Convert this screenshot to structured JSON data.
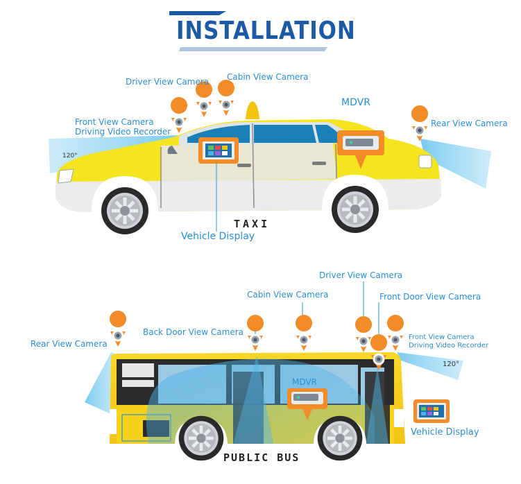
{
  "page": {
    "title": "INSTALLATION"
  },
  "taxi": {
    "name": "TAXI",
    "labels": {
      "driver_view_camera": "Driver View Camera",
      "cabin_view_camera": "Cabin View Camera",
      "mdvr": "MDVR",
      "rear_view_camera": "Rear View Camera",
      "front_view_camera": "Front View Camera",
      "driving_video_recorder": "Driving Video Recorder",
      "angle": "120°",
      "vehicle_display": "Vehicle Display"
    }
  },
  "bus": {
    "name": "PUBLIC BUS",
    "labels": {
      "driver_view_camera": "Driver View Camera",
      "cabin_view_camera": "Cabin View Camera",
      "front_door_view_camera": "Front Door View Camera",
      "back_door_view_camera": "Back Door View Camera",
      "rear_view_camera": "Rear View Camera",
      "front_view_camera": "Front View Camera",
      "driving_video_recorder": "Driving Video Recorder",
      "angle": "120°",
      "mdvr": "MDVR",
      "vehicle_display": "Vehicle Display"
    }
  },
  "colors": {
    "accent_blue": "#2b8fd6",
    "title_blue": "#1c5aa6",
    "taxi_yellow": "#f5e51f",
    "bus_yellow": "#f7d21b",
    "pin_orange": "#f28c28",
    "view_cone": "#8fd3f2"
  },
  "icons": [
    "camera-pin-icon",
    "mdvr-device-icon",
    "vehicle-display-icon",
    "taxi-roof-light-icon"
  ]
}
